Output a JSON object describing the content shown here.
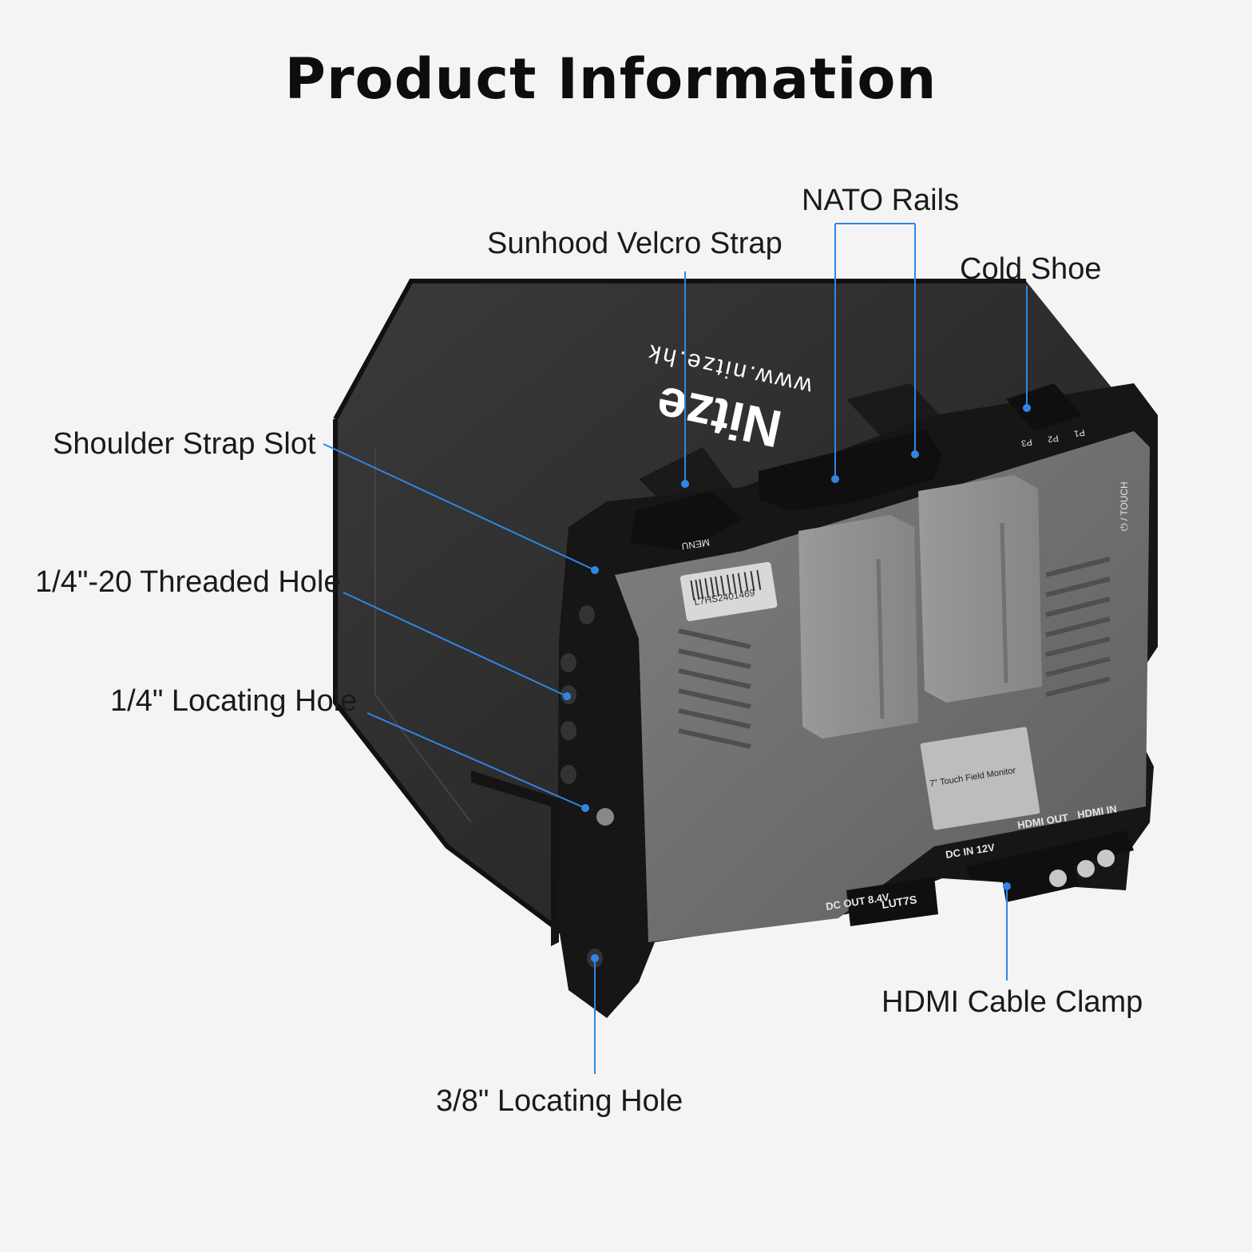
{
  "header": {
    "title": "Product Information"
  },
  "callouts": {
    "nato_rails": "NATO Rails",
    "sunhood_velcro_strap": "Sunhood Velcro Strap",
    "cold_shoe": "Cold Shoe",
    "shoulder_strap_slot": "Shoulder Strap Slot",
    "threaded_hole": "1/4\"-20 Threaded Hole",
    "locating_hole_quarter": "1/4\" Locating Hole",
    "locating_hole_three_eighths": "3/8\"  Locating Hole",
    "hdmi_cable_clamp": "HDMI Cable Clamp"
  },
  "product": {
    "brand": "Nitze",
    "website": "www.nitze.hk",
    "model_badge": "LUT7S",
    "serial": "L7HS2401469",
    "nameplate": "7\" Touch Field Monitor",
    "ports": {
      "dc_out": "DC OUT 8.4V",
      "dc_in": "DC IN 12V",
      "hdmi_out": "HDMI OUT",
      "hdmi_in": "HDMI IN",
      "menu": "MENU",
      "touch": "⏻ / TOUCH",
      "p1": "P1",
      "p2": "P2",
      "p3": "P3"
    }
  },
  "colors": {
    "background": "#f4f4f4",
    "accent_blue": "#2f86e6",
    "cage_black": "#161616",
    "monitor_grey": "#6f6f6f",
    "sunhood": "#2a2a2a"
  }
}
